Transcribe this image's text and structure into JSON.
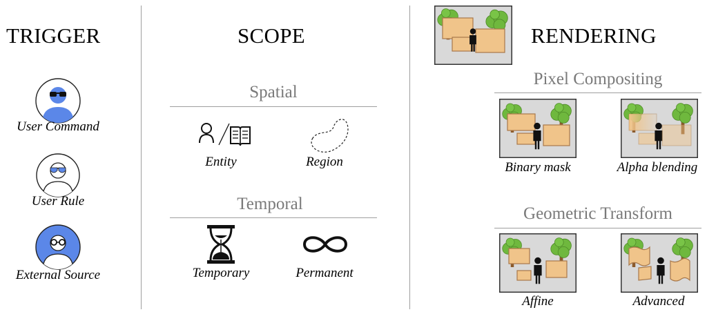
{
  "columns": {
    "trigger": {
      "title": "TRIGGER",
      "items": [
        {
          "label": "User Command",
          "icon": "user-with-glasses-icon",
          "fill": "#5b87e8"
        },
        {
          "label": "User Rule",
          "icon": "user-with-sunglasses-icon",
          "fill": "#ffffff"
        },
        {
          "label": "External Source",
          "icon": "external-user-icon",
          "fill": "#5b87e8"
        }
      ]
    },
    "scope": {
      "title": "SCOPE",
      "spatial": {
        "title": "Spatial",
        "items": [
          {
            "label": "Entity",
            "icon": "person-book-icon"
          },
          {
            "label": "Region",
            "icon": "dashed-region-icon"
          }
        ]
      },
      "temporal": {
        "title": "Temporal",
        "items": [
          {
            "label": "Temporary",
            "icon": "hourglass-icon"
          },
          {
            "label": "Permanent",
            "icon": "infinity-icon"
          }
        ]
      }
    },
    "rendering": {
      "title": "RENDERING",
      "pixel": {
        "title": "Pixel Compositing",
        "items": [
          {
            "label": "Binary mask",
            "icon": "binary-mask-scene-icon"
          },
          {
            "label": "Alpha blending",
            "icon": "alpha-blending-scene-icon"
          }
        ]
      },
      "geometric": {
        "title": "Geometric Transform",
        "items": [
          {
            "label": "Affine",
            "icon": "affine-scene-icon"
          },
          {
            "label": "Advanced",
            "icon": "advanced-scene-icon"
          }
        ]
      }
    }
  },
  "colors": {
    "accent_blue": "#5b87e8",
    "scene_bg": "#d9d9d9",
    "board": "#f0c48a",
    "board_edge": "#a8784a",
    "tree": "#6fb83e",
    "trunk": "#8b5a2b",
    "divider": "#9e9e9e",
    "subtitle": "#7a7a7a"
  }
}
